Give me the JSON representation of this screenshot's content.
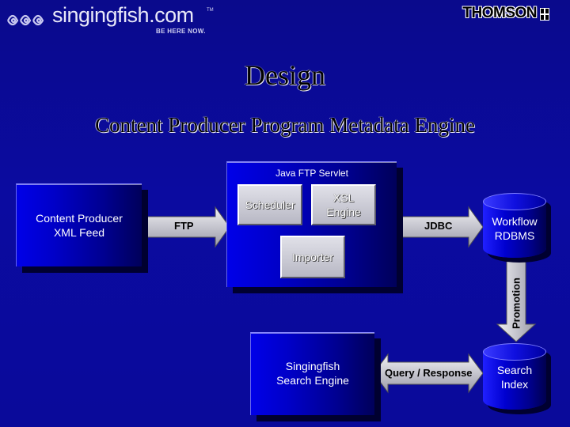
{
  "header": {
    "brand_name": "singingfish.com",
    "brand_tm": "TM",
    "brand_tagline": "BE HERE NOW.",
    "partner_name": "THOMSON"
  },
  "title": "Design",
  "subtitle": "Content Producer Program Metadata Engine",
  "diagram": {
    "servlet_title": "Java FTP Servlet",
    "scheduler": "Scheduler",
    "xsl_line1": "XSL",
    "xsl_line2": "Engine",
    "importer": "Importer",
    "feed_line1": "Content Producer",
    "feed_line2": "XML Feed",
    "ftp_label": "FTP",
    "jdbc_label": "JDBC",
    "workflow_line1": "Workflow",
    "workflow_line2": "RDBMS",
    "promotion_label": "Promotion",
    "search_engine_line1": "Singingfish",
    "search_engine_line2": "Search Engine",
    "query_label": "Query / Response",
    "index_line1": "Search",
    "index_line2": "Index"
  },
  "colors": {
    "background": "#0a0a9a",
    "box_blue": "#0000c8",
    "arrow_gray": "#c0c0c8"
  }
}
